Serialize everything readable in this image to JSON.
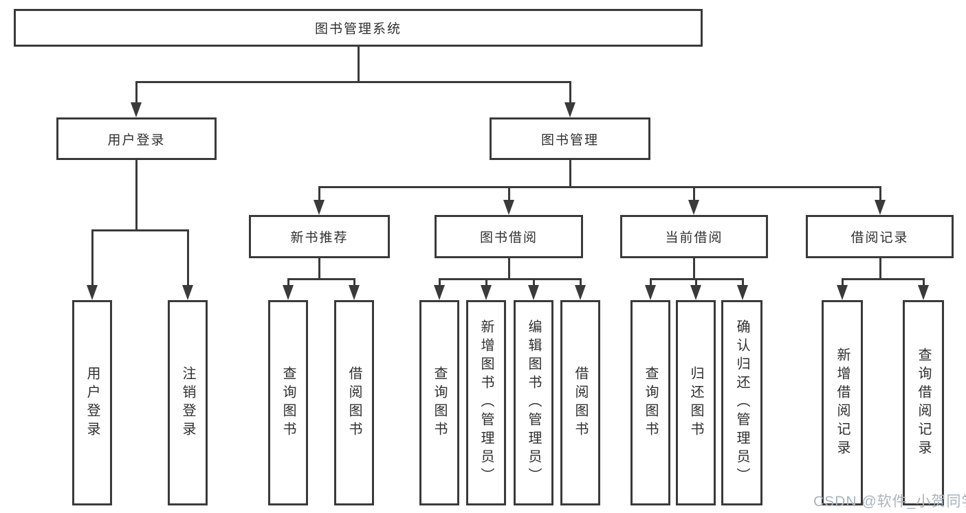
{
  "diagram": {
    "root": {
      "label": "图书管理系统"
    },
    "branches": [
      {
        "label": "用户登录",
        "leaves": [
          "用户登录",
          "注销登录"
        ]
      },
      {
        "label": "图书管理",
        "children": [
          {
            "label": "新书推荐",
            "leaves": [
              "查询图书",
              "借阅图书"
            ]
          },
          {
            "label": "图书借阅",
            "leaves": [
              "查询图书",
              "新增图书（管理员）",
              "编辑图书（管理员）",
              "借阅图书"
            ]
          },
          {
            "label": "当前借阅",
            "leaves": [
              "查询图书",
              "归还图书",
              "确认归还（管理员）"
            ]
          },
          {
            "label": "借阅记录",
            "leaves": [
              "新增借阅记录",
              "查询借阅记录"
            ]
          }
        ]
      }
    ]
  },
  "watermark": "CSDN @软件_小贺同学",
  "colors": {
    "line": "#3a3a3a",
    "text": "#2f2f2f",
    "watermark": "#a9b3bc",
    "background": "#ffffff"
  }
}
